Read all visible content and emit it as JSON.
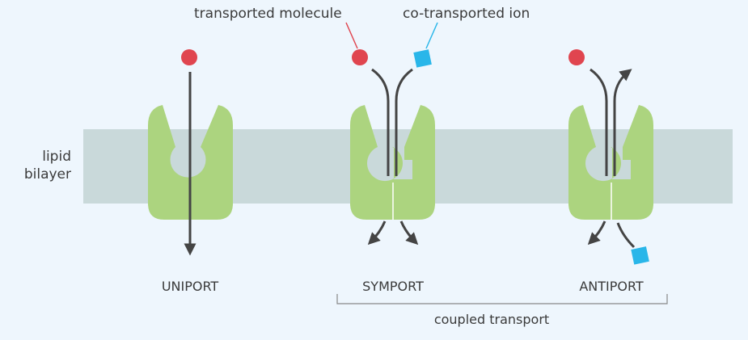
{
  "labels": {
    "transported_molecule": "transported molecule",
    "co_transported_ion": "co-transported ion",
    "lipid_line1": "lipid",
    "lipid_line2": "bilayer",
    "uniport": "UNIPORT",
    "symport": "SYMPORT",
    "antiport": "ANTIPORT",
    "coupled_transport": "coupled transport"
  },
  "colors": {
    "background": "#eef6fd",
    "bilayer": "#c9d9da",
    "protein": "#acd47f",
    "molecule": "#e0454f",
    "ion": "#29b6e9",
    "arrow": "#444444",
    "text": "#3a3a3a"
  }
}
